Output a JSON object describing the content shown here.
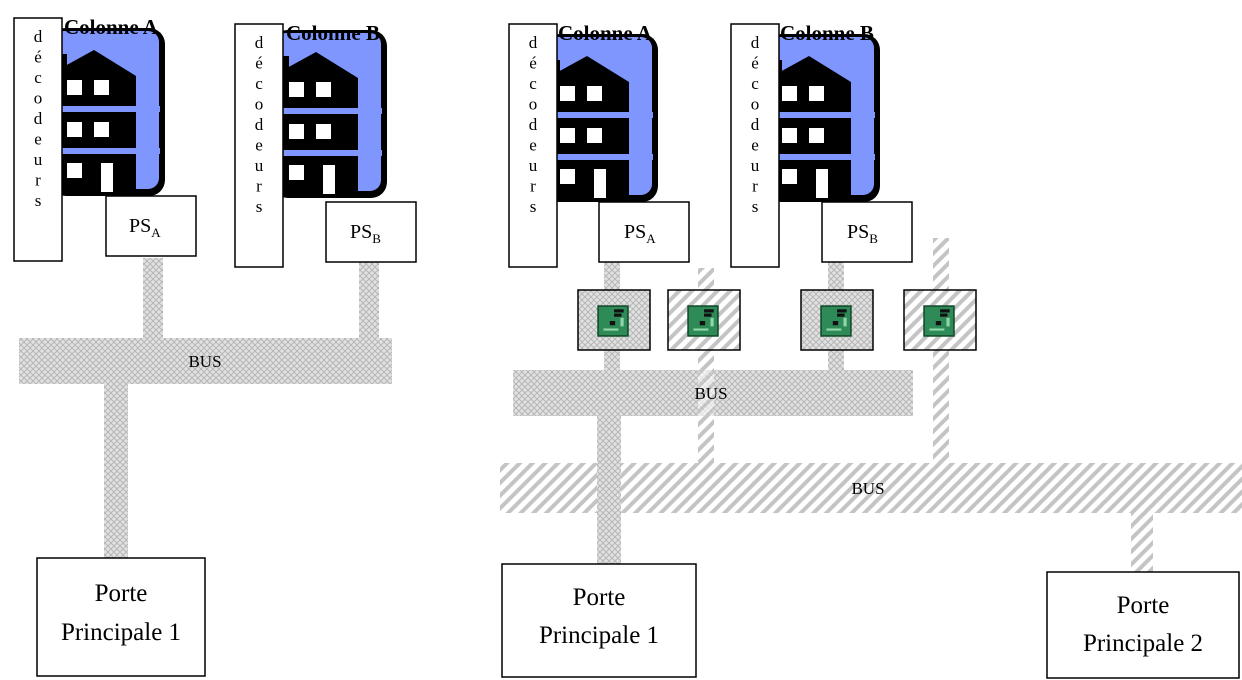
{
  "diagram_left": {
    "columns": [
      {
        "title": "Colonne A",
        "decoder": "décodeurs",
        "ps": "PS",
        "ps_sub": "A"
      },
      {
        "title": "Colonne B",
        "decoder": "décodeurs",
        "ps": "PS",
        "ps_sub": "B"
      }
    ],
    "bus_label": "BUS",
    "gate_line1": "Porte",
    "gate_line2": "Principale 1"
  },
  "diagram_right": {
    "columns": [
      {
        "title": "Colonne A",
        "decoder": "décodeurs",
        "ps": "PS",
        "ps_sub": "A"
      },
      {
        "title": "Colonne B",
        "decoder": "décodeurs",
        "ps": "PS",
        "ps_sub": "B"
      }
    ],
    "bus1_label": "BUS",
    "bus2_label": "BUS",
    "gate1_line1": "Porte",
    "gate1_line2": "Principale 1",
    "gate2_line1": "Porte",
    "gate2_line2": "Principale 2"
  },
  "colors": {
    "building_blue": "#7f96ff",
    "building_black": "#000000",
    "bus_grey": "#cfcfcf",
    "hatch_grey": "#c8c8c8",
    "board_green": "#2e8b57"
  }
}
